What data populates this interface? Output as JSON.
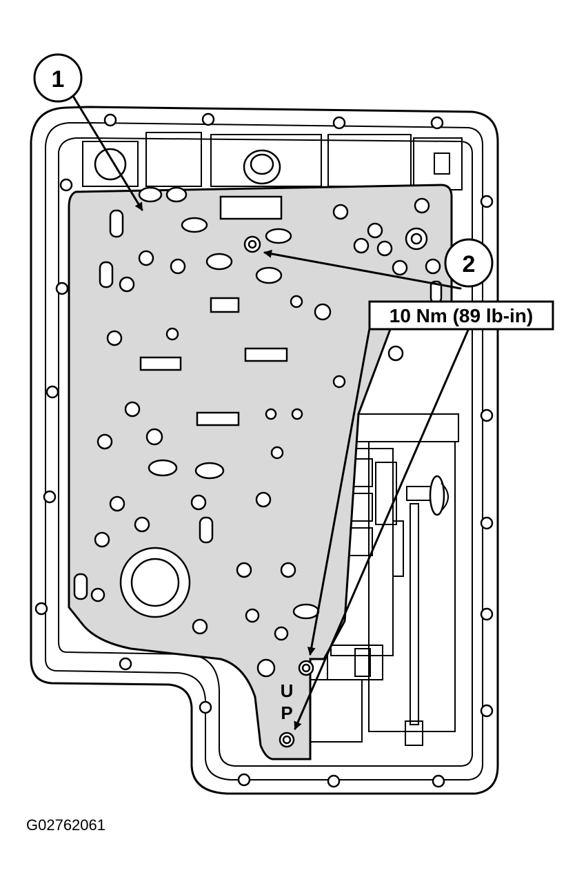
{
  "callouts": [
    {
      "number": "1"
    },
    {
      "number": "2"
    }
  ],
  "torque_spec": "10 Nm (89 lb-in)",
  "up_marker": [
    "U",
    "P"
  ],
  "figure_id": "G02762061",
  "colors": {
    "line": "#000000",
    "plate_fill": "#d9d9d9",
    "background": "#ffffff"
  }
}
